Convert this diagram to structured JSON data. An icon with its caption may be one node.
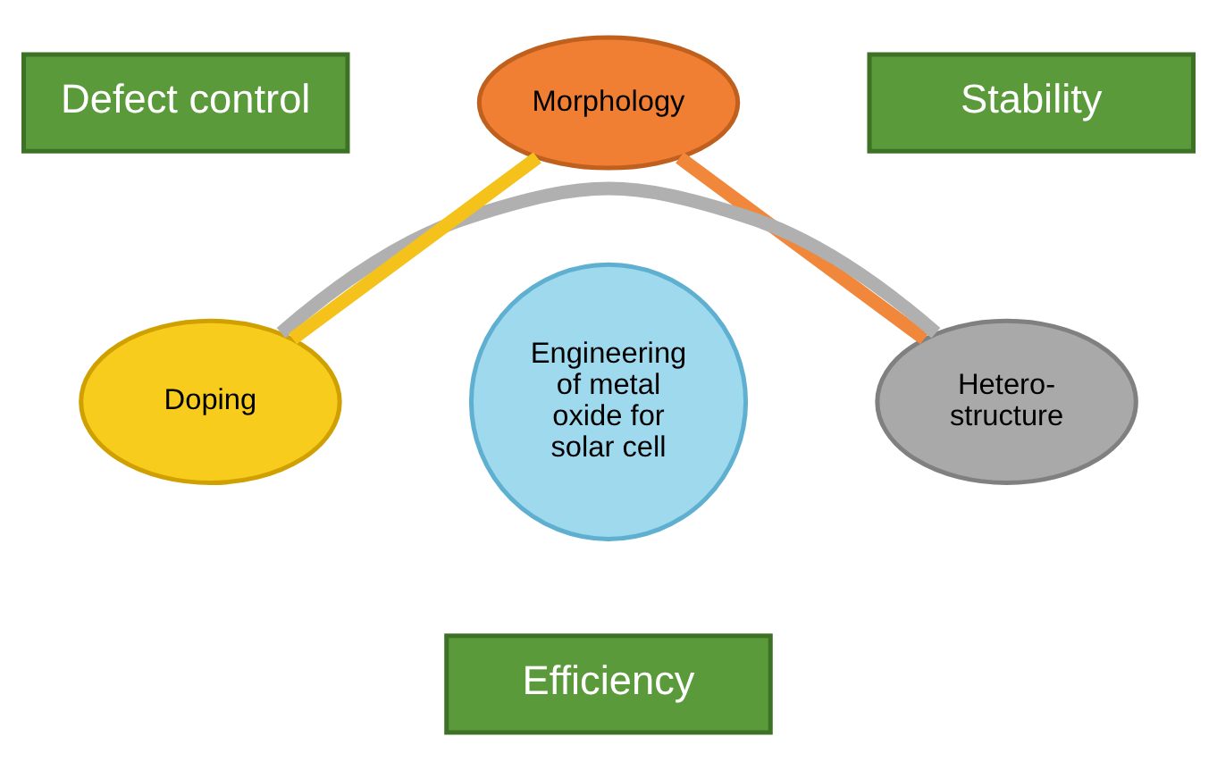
{
  "diagram": {
    "nodes": [
      {
        "text": [
          "Morphology"
        ]
      },
      {
        "text": [
          "Defect control"
        ]
      },
      {
        "text": [
          "Stability"
        ]
      },
      {
        "text": [
          "Engineering of metal oxide for solar cell"
        ]
      },
      {
        "text": [
          "Hetero- structure"
        ]
      },
      {
        "text": [
          "Doping"
        ]
      },
      {
        "text": [
          "Efficiency"
        ]
      }
    ],
    "edges": [
      {
        "from": 0,
        "to": 4,
        "arrow": "none",
        "color": "#f0873a"
      },
      {
        "from": 4,
        "to": 5,
        "arrow": "none",
        "color": "#b0b0b0"
      },
      {
        "from": 5,
        "to": 0,
        "arrow": "none",
        "color": "#f5c21b"
      }
    ]
  }
}
